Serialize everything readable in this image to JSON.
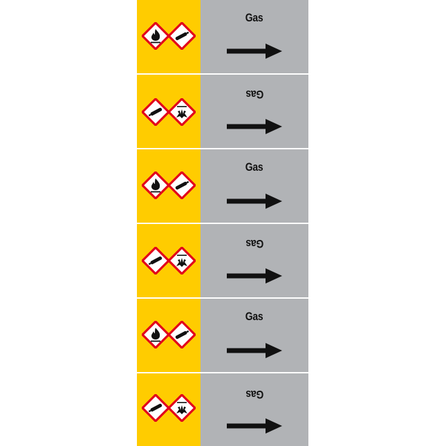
{
  "colors": {
    "hazard_band": "#FFCC00",
    "label_body": "#B1B3B6",
    "pictogram_border": "#E2001A",
    "ink": "#111111",
    "separator": "#FFFFFF"
  },
  "labels": [
    {
      "text": "Gas",
      "orientation": "upright",
      "pictograms": [
        "flame-icon",
        "gas-cylinder-icon"
      ],
      "arrow": "arrow-right"
    },
    {
      "text": "Gas",
      "orientation": "inverted",
      "pictograms": [
        "gas-cylinder-icon",
        "corrosion-icon"
      ],
      "arrow": "arrow-right"
    },
    {
      "text": "Gas",
      "orientation": "upright",
      "pictograms": [
        "flame-icon",
        "gas-cylinder-icon"
      ],
      "arrow": "arrow-right"
    },
    {
      "text": "Gas",
      "orientation": "inverted",
      "pictograms": [
        "gas-cylinder-icon",
        "corrosion-icon"
      ],
      "arrow": "arrow-right"
    },
    {
      "text": "Gas",
      "orientation": "upright",
      "pictograms": [
        "flame-icon",
        "gas-cylinder-icon"
      ],
      "arrow": "arrow-right"
    },
    {
      "text": "Gas",
      "orientation": "inverted",
      "pictograms": [
        "gas-cylinder-icon",
        "corrosion-icon"
      ],
      "arrow": "arrow-right"
    }
  ]
}
